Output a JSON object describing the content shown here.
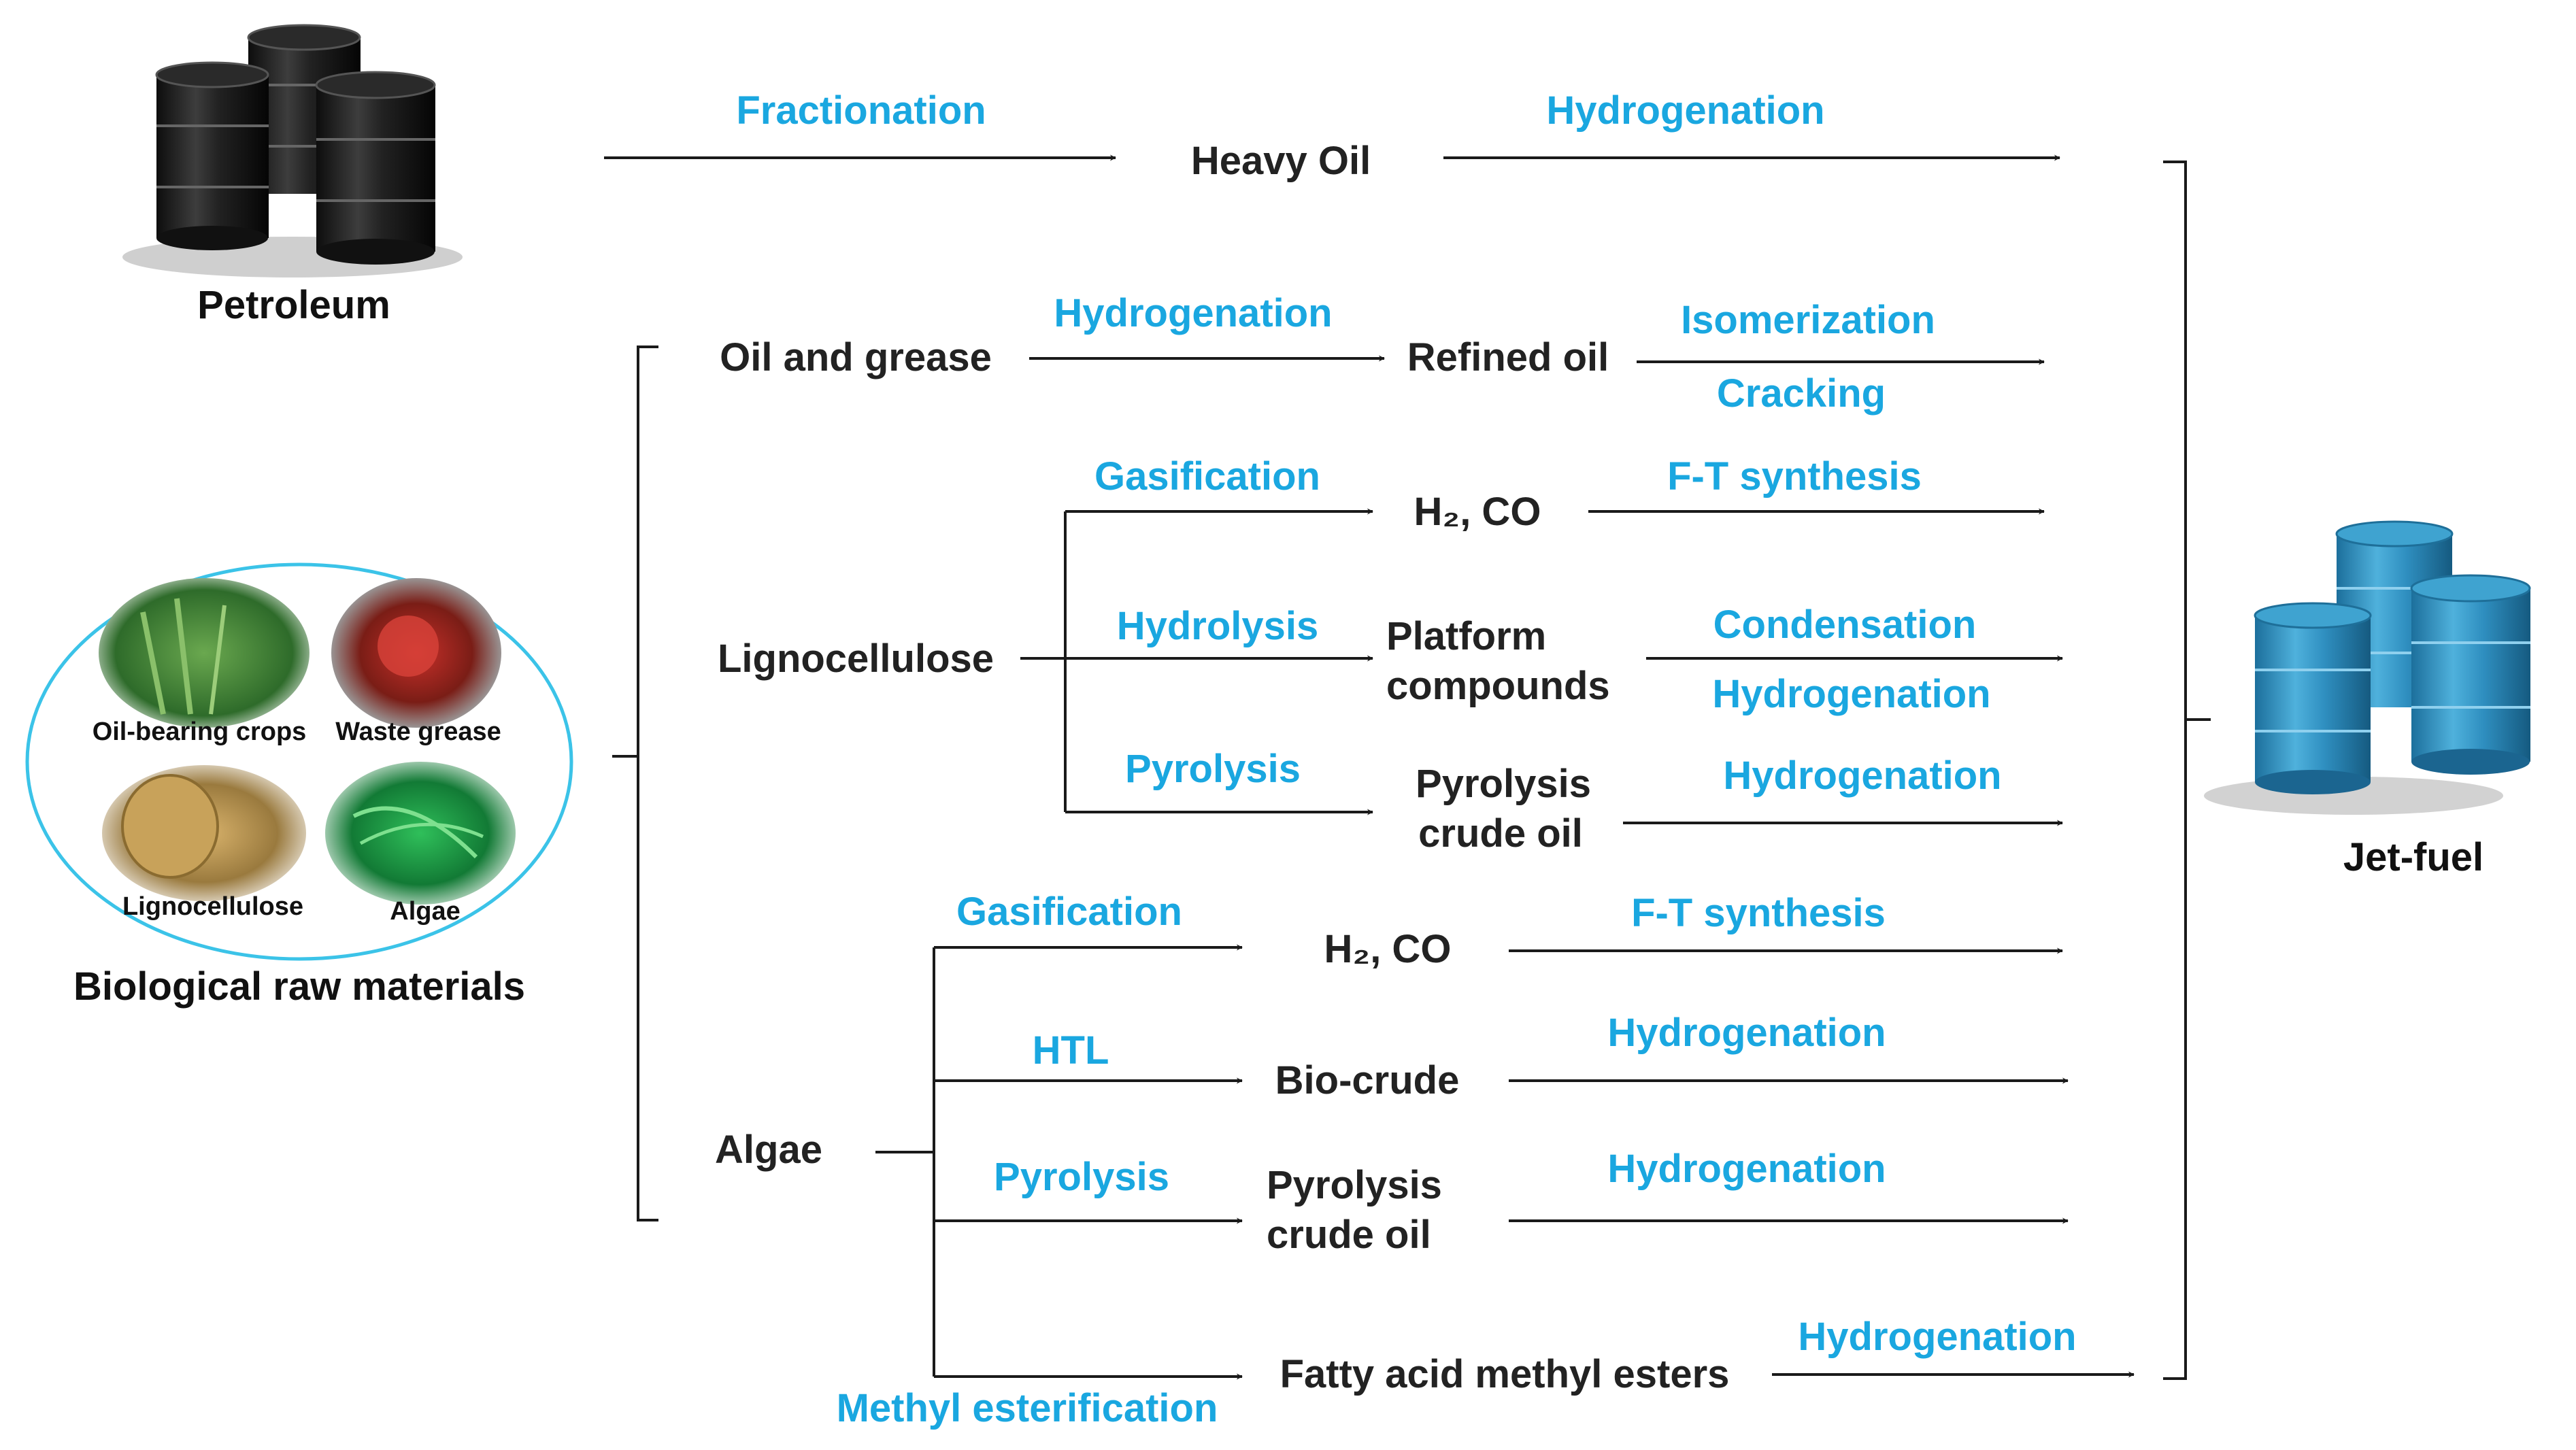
{
  "sources": {
    "petroleum": "Petroleum",
    "bio": "Biological raw materials",
    "bio_items": [
      "Oil-bearing crops",
      "Waste grease",
      "Lignocellulose",
      "Algae"
    ]
  },
  "product": "Jet-fuel",
  "petroleum_route": {
    "step1": "Fractionation",
    "intermediate": "Heavy Oil",
    "step2": "Hydrogenation"
  },
  "oil_route": {
    "feed": "Oil and grease",
    "step1": "Hydrogenation",
    "intermediate": "Refined oil",
    "step2a": "Isomerization",
    "step2b": "Cracking"
  },
  "ligno": {
    "feed": "Lignocellulose",
    "branches": [
      {
        "step1": "Gasification",
        "intermediate": [
          "H₂, CO"
        ],
        "step2": [
          "F-T synthesis"
        ]
      },
      {
        "step1": "Hydrolysis",
        "intermediate": [
          "Platform",
          "compounds"
        ],
        "step2": [
          "Condensation",
          "Hydrogenation"
        ]
      },
      {
        "step1": "Pyrolysis",
        "intermediate": [
          "Pyrolysis",
          "crude oil"
        ],
        "step2": [
          "Hydrogenation"
        ]
      }
    ]
  },
  "algae": {
    "feed": "Algae",
    "branches": [
      {
        "step1": "Gasification",
        "intermediate": [
          "H₂, CO"
        ],
        "step2": [
          "F-T synthesis"
        ]
      },
      {
        "step1": "HTL",
        "intermediate": [
          "Bio-crude"
        ],
        "step2": [
          "Hydrogenation"
        ]
      },
      {
        "step1": "Pyrolysis",
        "intermediate": [
          "Pyrolysis",
          "crude oil"
        ],
        "step2": [
          "Hydrogenation"
        ]
      },
      {
        "step1": "Methyl esterification",
        "intermediate": [
          "Fatty acid methyl esters"
        ],
        "step2": [
          "Hydrogenation"
        ]
      }
    ]
  },
  "colors": {
    "process": "#1aa7e0",
    "node": "#222222",
    "petroleum_barrel": "#1b1b1b",
    "jetfuel_barrel": "#2f86b4",
    "circle": "#3bc3e8"
  },
  "icons": [
    "petroleum-barrels-icon",
    "jet-fuel-barrels-icon",
    "oil-bearing-crops-image",
    "waste-grease-image",
    "lignocellulose-image",
    "algae-image"
  ]
}
